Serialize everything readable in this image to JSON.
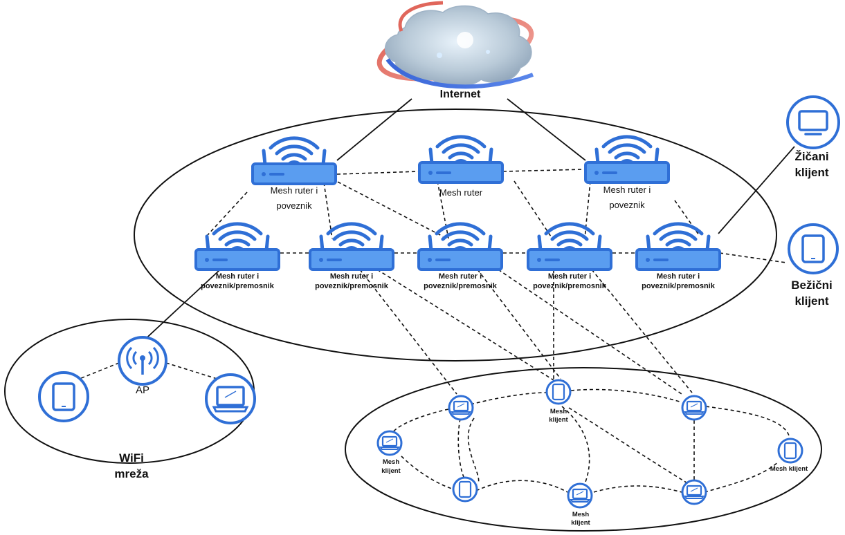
{
  "internet": {
    "label": "Internet"
  },
  "mesh_routers_top": [
    {
      "label_line1": "Mesh ruter i",
      "label_line2": "poveznik"
    },
    {
      "label_line1": "Mesh ruter",
      "label_line2": ""
    },
    {
      "label_line1": "Mesh ruter i",
      "label_line2": "poveznik"
    }
  ],
  "mesh_routers_bottom": [
    {
      "label_line1": "Mesh ruter i",
      "label_line2": "poveznik/premosnik"
    },
    {
      "label_line1": "Mesh ruter i",
      "label_line2": "poveznik/premosnik"
    },
    {
      "label_line1": "Mesh ruter i",
      "label_line2": "poveznik/premosnik"
    },
    {
      "label_line1": "Mesh ruter i",
      "label_line2": "poveznik/premosnik"
    },
    {
      "label_line1": "Mesh ruter i",
      "label_line2": "poveznik/premosnik"
    }
  ],
  "wired_client": {
    "line1": "Žičani",
    "line2": "klijent"
  },
  "wireless_client": {
    "line1": "Bežični",
    "line2": "klijent"
  },
  "wifi_network": {
    "ap_label": "AP",
    "line1": "WiFi",
    "line2": "mreža"
  },
  "mesh_clients": {
    "center_top": {
      "line1": "Mesh",
      "line2": "klijent"
    },
    "left": {
      "line1": "Mesh",
      "line2": "klijent"
    },
    "bottom_center": {
      "line1": "Mesh",
      "line2": "klijent"
    },
    "right": {
      "line1": "Mesh klijent"
    }
  },
  "colors": {
    "device_blue": "#2f6fd6",
    "device_fill": "#5a9df0",
    "line": "#111111"
  }
}
